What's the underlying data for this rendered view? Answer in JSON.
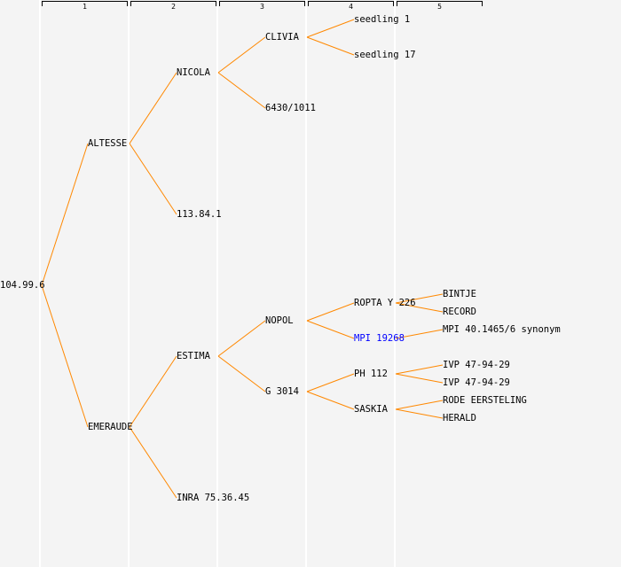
{
  "columns": [
    "1",
    "2",
    "3",
    "4",
    "5"
  ],
  "colors": {
    "line": "#ff8800",
    "highlight": "#0000ff",
    "text": "#000000"
  },
  "tree": {
    "label": "104.99.6",
    "children": [
      {
        "label": "ALTESSE",
        "children": [
          {
            "label": "NICOLA",
            "children": [
              {
                "label": "CLIVIA",
                "children": [
                  {
                    "label": "seedling 1"
                  },
                  {
                    "label": "seedling 17"
                  }
                ]
              },
              {
                "label": "6430/1011"
              }
            ]
          },
          {
            "label": "113.84.1"
          }
        ]
      },
      {
        "label": "EMERAUDE",
        "children": [
          {
            "label": "ESTIMA",
            "children": [
              {
                "label": "NOPOL",
                "children": [
                  {
                    "label": "ROPTA Y 226",
                    "children": [
                      {
                        "label": "BINTJE"
                      },
                      {
                        "label": "RECORD"
                      }
                    ]
                  },
                  {
                    "label": "MPI 19268",
                    "highlight": true,
                    "children": [
                      {
                        "label": "MPI 40.1465/6 synonym"
                      }
                    ]
                  }
                ]
              },
              {
                "label": "G 3014",
                "children": [
                  {
                    "label": "PH 112",
                    "children": [
                      {
                        "label": "IVP 47-94-29"
                      },
                      {
                        "label": "IVP 47-94-29"
                      }
                    ]
                  },
                  {
                    "label": "SASKIA",
                    "children": [
                      {
                        "label": "RODE EERSTELING"
                      },
                      {
                        "label": "HERALD"
                      }
                    ]
                  }
                ]
              }
            ]
          },
          {
            "label": "INRA 75.36.45"
          }
        ]
      }
    ]
  }
}
